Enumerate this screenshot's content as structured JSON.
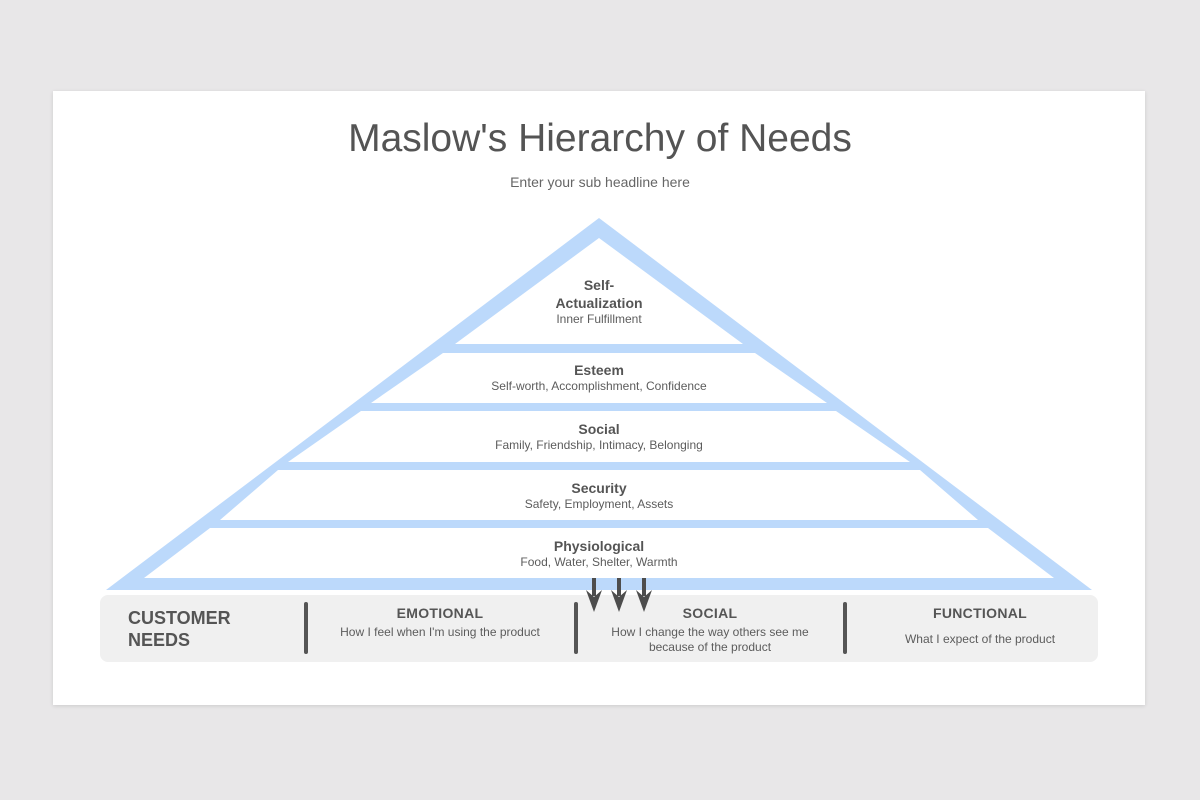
{
  "title": "Maslow's Hierarchy of Needs",
  "subtitle": "Enter your sub headline here",
  "colors": {
    "pyramid": "#bcd9fb",
    "background": "#e8e7e8",
    "panel": "#f0f0f0",
    "text": "#555555"
  },
  "levels": [
    {
      "name_line1": "Self-",
      "name_line2": "Actualization",
      "desc": "Inner Fulfillment"
    },
    {
      "name": "Esteem",
      "desc": "Self-worth, Accomplishment, Confidence"
    },
    {
      "name": "Social",
      "desc": "Family, Friendship, Intimacy, Belonging"
    },
    {
      "name": "Security",
      "desc": "Safety, Employment, Assets"
    },
    {
      "name": "Physiological",
      "desc": "Food, Water, Shelter, Warmth"
    }
  ],
  "needs": {
    "heading_line1": "CUSTOMER",
    "heading_line2": "NEEDS",
    "columns": [
      {
        "title": "EMOTIONAL",
        "desc": "How I feel when I'm using the product"
      },
      {
        "title": "SOCIAL",
        "desc": "How I change the way others see me because of the product"
      },
      {
        "title": "FUNCTIONAL",
        "desc": "What I expect of the product"
      }
    ]
  }
}
